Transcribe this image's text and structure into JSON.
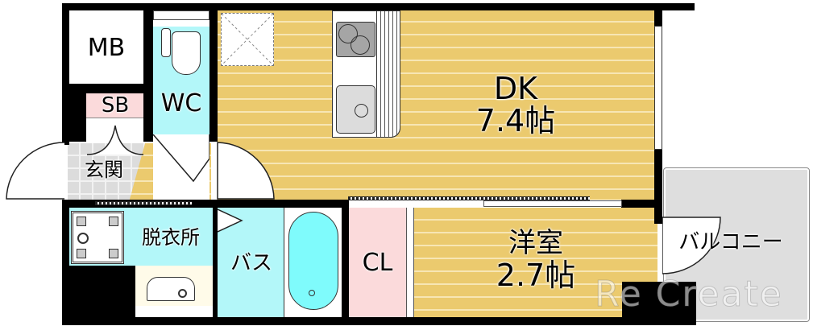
{
  "floorplan": {
    "rooms": {
      "mb": {
        "label": "MB"
      },
      "sb": {
        "label": "SB"
      },
      "wc": {
        "label": "WC"
      },
      "genkan": {
        "label": "玄関"
      },
      "dk": {
        "label": "DK",
        "size": "7.4帖"
      },
      "datsuijo": {
        "label": "脱衣所"
      },
      "bath": {
        "label": "バス"
      },
      "cl": {
        "label": "CL"
      },
      "yoshitsu": {
        "label": "洋室",
        "size": "2.7帖"
      },
      "balcony": {
        "label": "バルコニー"
      }
    },
    "watermark": "Re Create",
    "colors": {
      "wood_floor": "#ebca6e",
      "wet_area": "#b3f7f9",
      "closet": "#fbdadb",
      "balcony": "#dedede",
      "tile": "#dcdcdc",
      "wall": "#000000"
    }
  }
}
